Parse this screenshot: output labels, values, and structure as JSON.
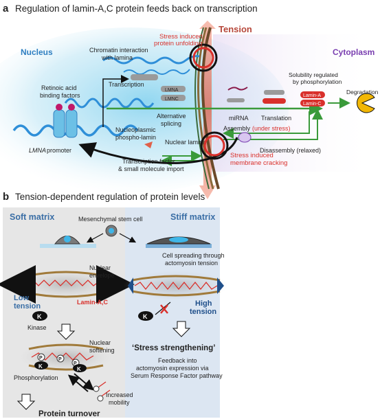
{
  "panel_a": {
    "letter": "a",
    "title": "Regulation of lamin-A,C protein feeds back on transcription",
    "tension": "Tension",
    "nucleus": "Nucleus",
    "cytoplasm": "Cytoplasm",
    "stress_unfolding_1": "Stress induced",
    "stress_unfolding_2": "protein unfolding",
    "chromatin_1": "Chromatin interaction",
    "chromatin_2": "with lamina",
    "transcription": "Transcription",
    "lmna": "LMNA",
    "lmnc": "LMNC",
    "alt_splicing_1": "Alternative",
    "alt_splicing_2": "splicing",
    "mirna": "miRNA",
    "translation": "Translation",
    "solubility_1": "Solubility regulated",
    "solubility_2": "by phosphorylation",
    "lamin_a": "Lamin-A",
    "lamin_c": "Lamin-C",
    "degradation": "Degradation",
    "retinoic_1": "Retinoic acid",
    "retinoic_2": "binding factors",
    "assembly": "Assembly",
    "under_stress": "(under stress)",
    "nuclear_lamina": "Nuclear lamina",
    "disassembly": "Disassembly (relaxed)",
    "nucleoplasmic_1": "Nucleoplasmic",
    "nucleoplasmic_2": "phospho-lamin",
    "lmna_italic": "LMNA",
    "promoter": " promoter",
    "tf_1": "Transcription factor",
    "tf_2": "& small molecule import",
    "cracking_1": "Stress induced",
    "cracking_2": "membrane cracking"
  },
  "panel_b": {
    "letter": "b",
    "title": "Tension-dependent regulation of protein levels",
    "soft": "Soft matrix",
    "stiff": "Stiff matrix",
    "msc": "Mesenchymal stem cell",
    "spreading_1": "Cell spreading through",
    "spreading_2": "actomyosin tension",
    "envelope_1": "Nuclear",
    "envelope_2": "envelope",
    "lamin_ac": "Lamin-A,C",
    "low_1": "Low",
    "low_2": "tension",
    "high_1": "High",
    "high_2": "tension",
    "kinase": "Kinase",
    "k": "K",
    "p": "P",
    "softening_1": "Nuclear",
    "softening_2": "softening",
    "phosphorylation": "Phosphorylation",
    "increased_1": "Increased",
    "increased_2": "mobility",
    "turnover": "Protein turnover",
    "stress_strength": "‘Stress strengthening’",
    "feedback_1": "Feedback into",
    "feedback_2": "actomyosin expression via",
    "feedback_3": "Serum Response Factor pathway"
  },
  "colors": {
    "nucleus_blue": "#2f7fc1",
    "cytoplasm_purple": "#7a3fb0",
    "tension_red": "#e0604a",
    "arrow_green": "#3a9a3a",
    "lamin_red": "#d9302b",
    "soft_bg": "#e6e6e6",
    "stiff_bg": "#dce6f2",
    "matrix_title": "#3a6ea5"
  }
}
